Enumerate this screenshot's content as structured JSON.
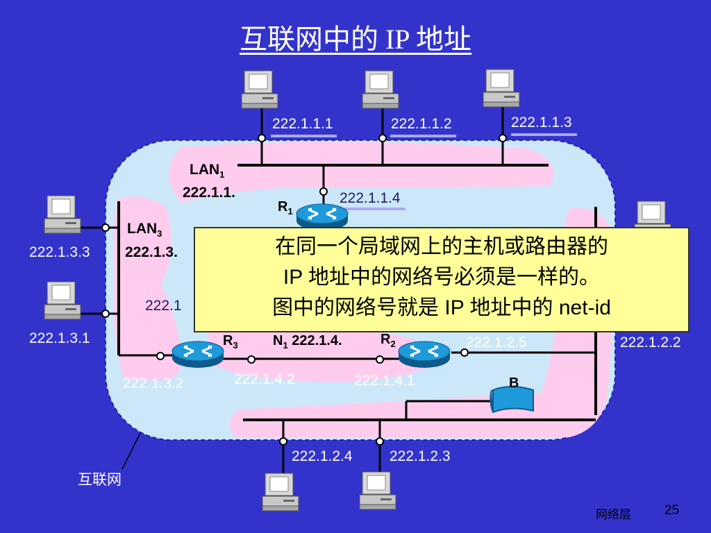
{
  "title": "互联网中的 IP 地址",
  "lan1": {
    "name": "LAN",
    "sub": "1",
    "network": "222.1.1."
  },
  "lan3": {
    "name": "LAN",
    "sub": "3",
    "network": "222.1.3."
  },
  "routers": {
    "r1": {
      "name": "R",
      "sub": "1"
    },
    "r2": {
      "name": "R",
      "sub": "2"
    },
    "r3": {
      "name": "R",
      "sub": "3"
    }
  },
  "n1": {
    "name": "N",
    "sub": "1",
    "network": "222.1.4."
  },
  "addresses": {
    "h111": "222.1.1.1",
    "h112": "222.1.1.2",
    "h113": "222.1.1.3",
    "r1_lan1": "222.1.1.4",
    "h133": "222.1.3.3",
    "h131": "222.1.3.1",
    "r3_lan3_partial": "222.1",
    "r3_lan3": "222.1.3.2",
    "r3_n1": "222.1.4.2",
    "r2_n1": "222.1.4.1",
    "r2_lan2": "222.1.2.5",
    "h122": "222.1.2.2",
    "h124": "222.1.2.4",
    "h123": "222.1.2.3"
  },
  "bridge_label": "B",
  "internet_label": "互联网",
  "callout": {
    "line1": "在同一个局域网上的主机或路由器的",
    "line2": "IP 地址中的网络号必须是一样的。",
    "line3": "图中的网络号就是 IP 地址中的 net-id"
  },
  "footer": {
    "section": "网络层",
    "page": "25"
  },
  "colors": {
    "background": "#3333CC",
    "cloud": "#CCE8F8",
    "lan_band": "#FFCCEE",
    "callout": "#FFFF99",
    "router": "#1E88C8"
  }
}
